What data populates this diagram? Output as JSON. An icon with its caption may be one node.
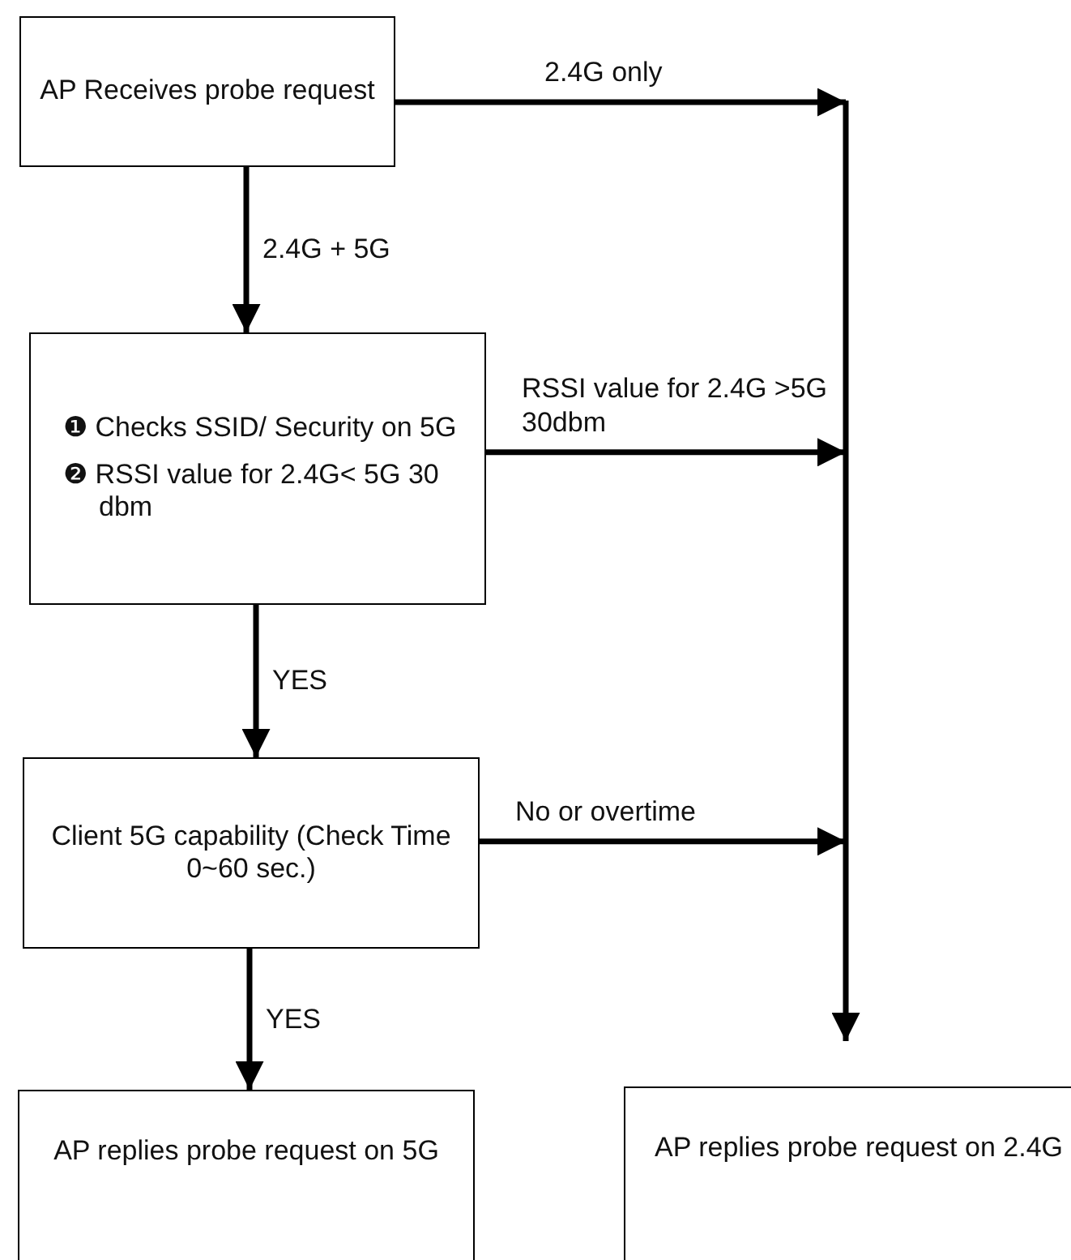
{
  "diagram": {
    "nodes": [
      {
        "text": [
          "AP Receives probe request"
        ]
      },
      {
        "text": [
          "❶ Checks SSID/ Security on 5G",
          "❷ RSSI value for 2.4G< 5G 30 dbm"
        ]
      },
      {
        "text": [
          "Client 5G capability (Check Time 0~60 sec.)"
        ]
      },
      {
        "text": [
          "AP replies probe request on 5G"
        ]
      },
      {
        "text": [
          "AP replies probe request on 2.4G"
        ]
      }
    ],
    "edges": [
      {
        "from": 0,
        "to": 4,
        "arrow": "to",
        "label": "2.4G only"
      },
      {
        "from": 0,
        "to": 1,
        "arrow": "to",
        "label": "2.4G + 5G"
      },
      {
        "from": 1,
        "to": 4,
        "arrow": "to",
        "label": "RSSI value for 2.4G >5G 30dbm"
      },
      {
        "from": 1,
        "to": 2,
        "arrow": "to",
        "label": "YES"
      },
      {
        "from": 2,
        "to": 4,
        "arrow": "to",
        "label": "No or overtime"
      },
      {
        "from": 2,
        "to": 3,
        "arrow": "to",
        "label": "YES"
      }
    ]
  }
}
